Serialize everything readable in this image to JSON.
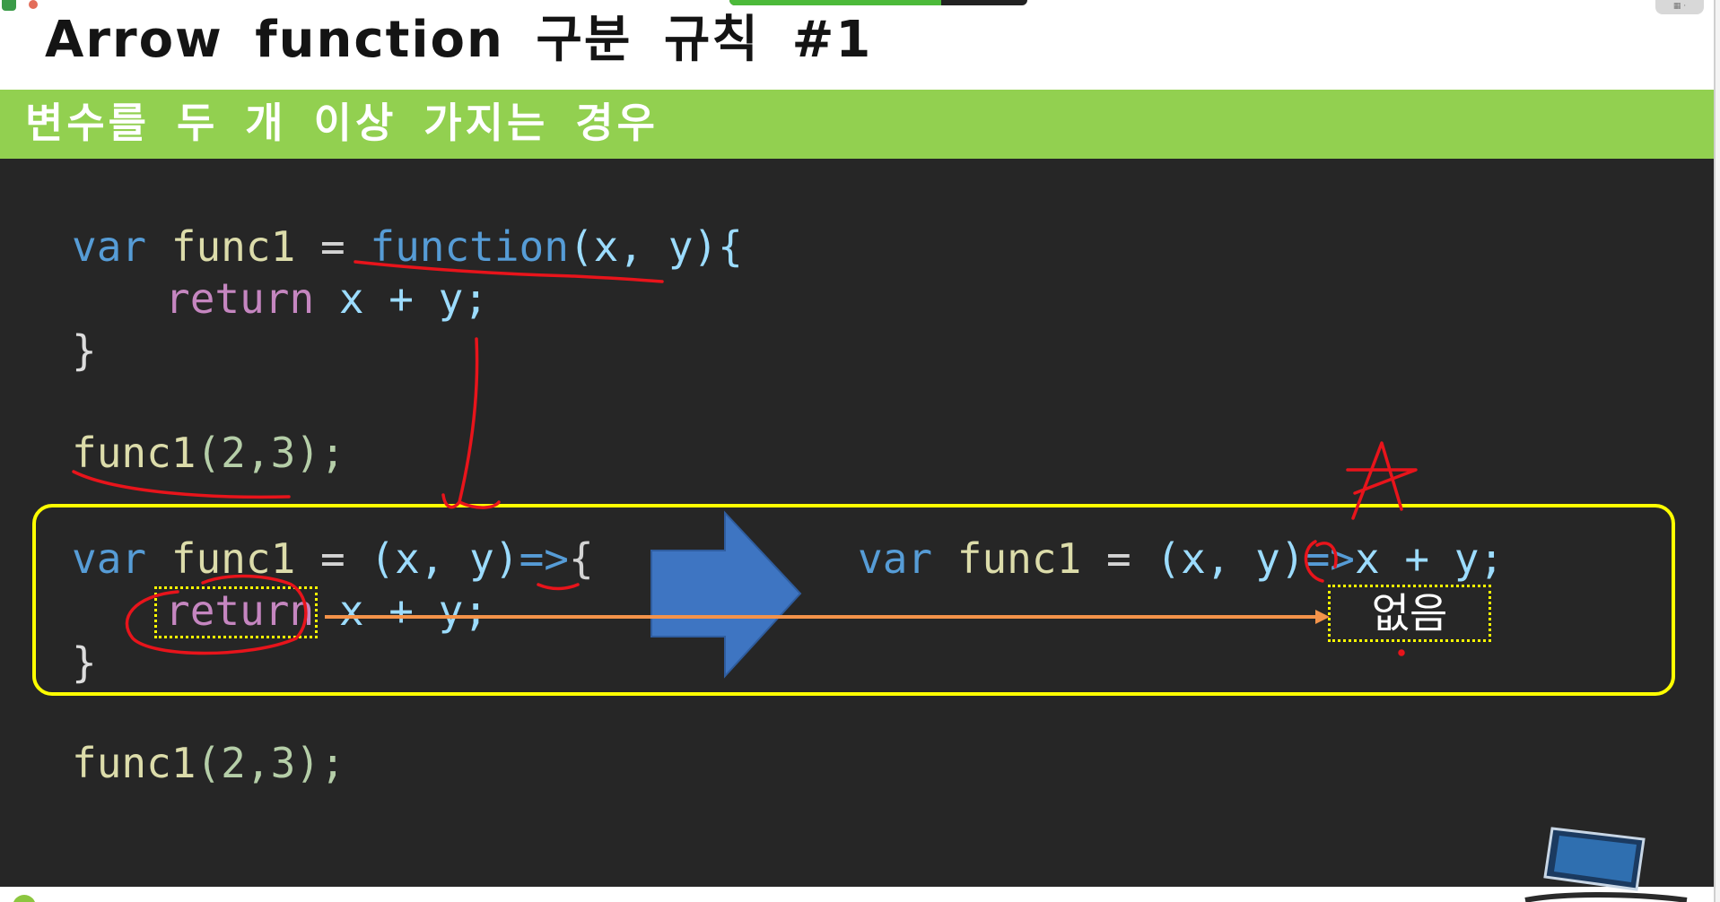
{
  "slide": {
    "title": "Arrow function 구분 규칙 #1",
    "subtitle": "변수를 두 개 이상 가지는 경우"
  },
  "code": {
    "block1": {
      "line1": {
        "kw": "var",
        "name": "func1",
        "eq": "=",
        "fnkw": "function",
        "params": "(x, y){"
      },
      "line2": {
        "ret": "return",
        "expr": "x + y;"
      },
      "line3": "}"
    },
    "call1": {
      "name": "func1",
      "args": "(2,3);"
    },
    "arrow_block": {
      "line1": {
        "kw": "var",
        "name": "func1",
        "eq": "=",
        "params": "(x, y)",
        "arrow": "=>",
        "brace": "{"
      },
      "line2": {
        "ret": "return",
        "expr": "x + y;"
      },
      "line3": "}"
    },
    "arrow_short": {
      "kw": "var",
      "name": "func1",
      "eq": "=",
      "params": "(x, y)",
      "arrow": "=>",
      "expr": "x + y;"
    },
    "none_label": "없음",
    "call2": {
      "name": "func1",
      "args": "(2,3);"
    }
  },
  "colors": {
    "title_bar": "#92d050",
    "code_background": "#262626",
    "highlight_box": "#ffff00",
    "annotation_ink": "#e8141b",
    "big_arrow": "#3e75c2",
    "connector_arrow": "#f4934a"
  }
}
